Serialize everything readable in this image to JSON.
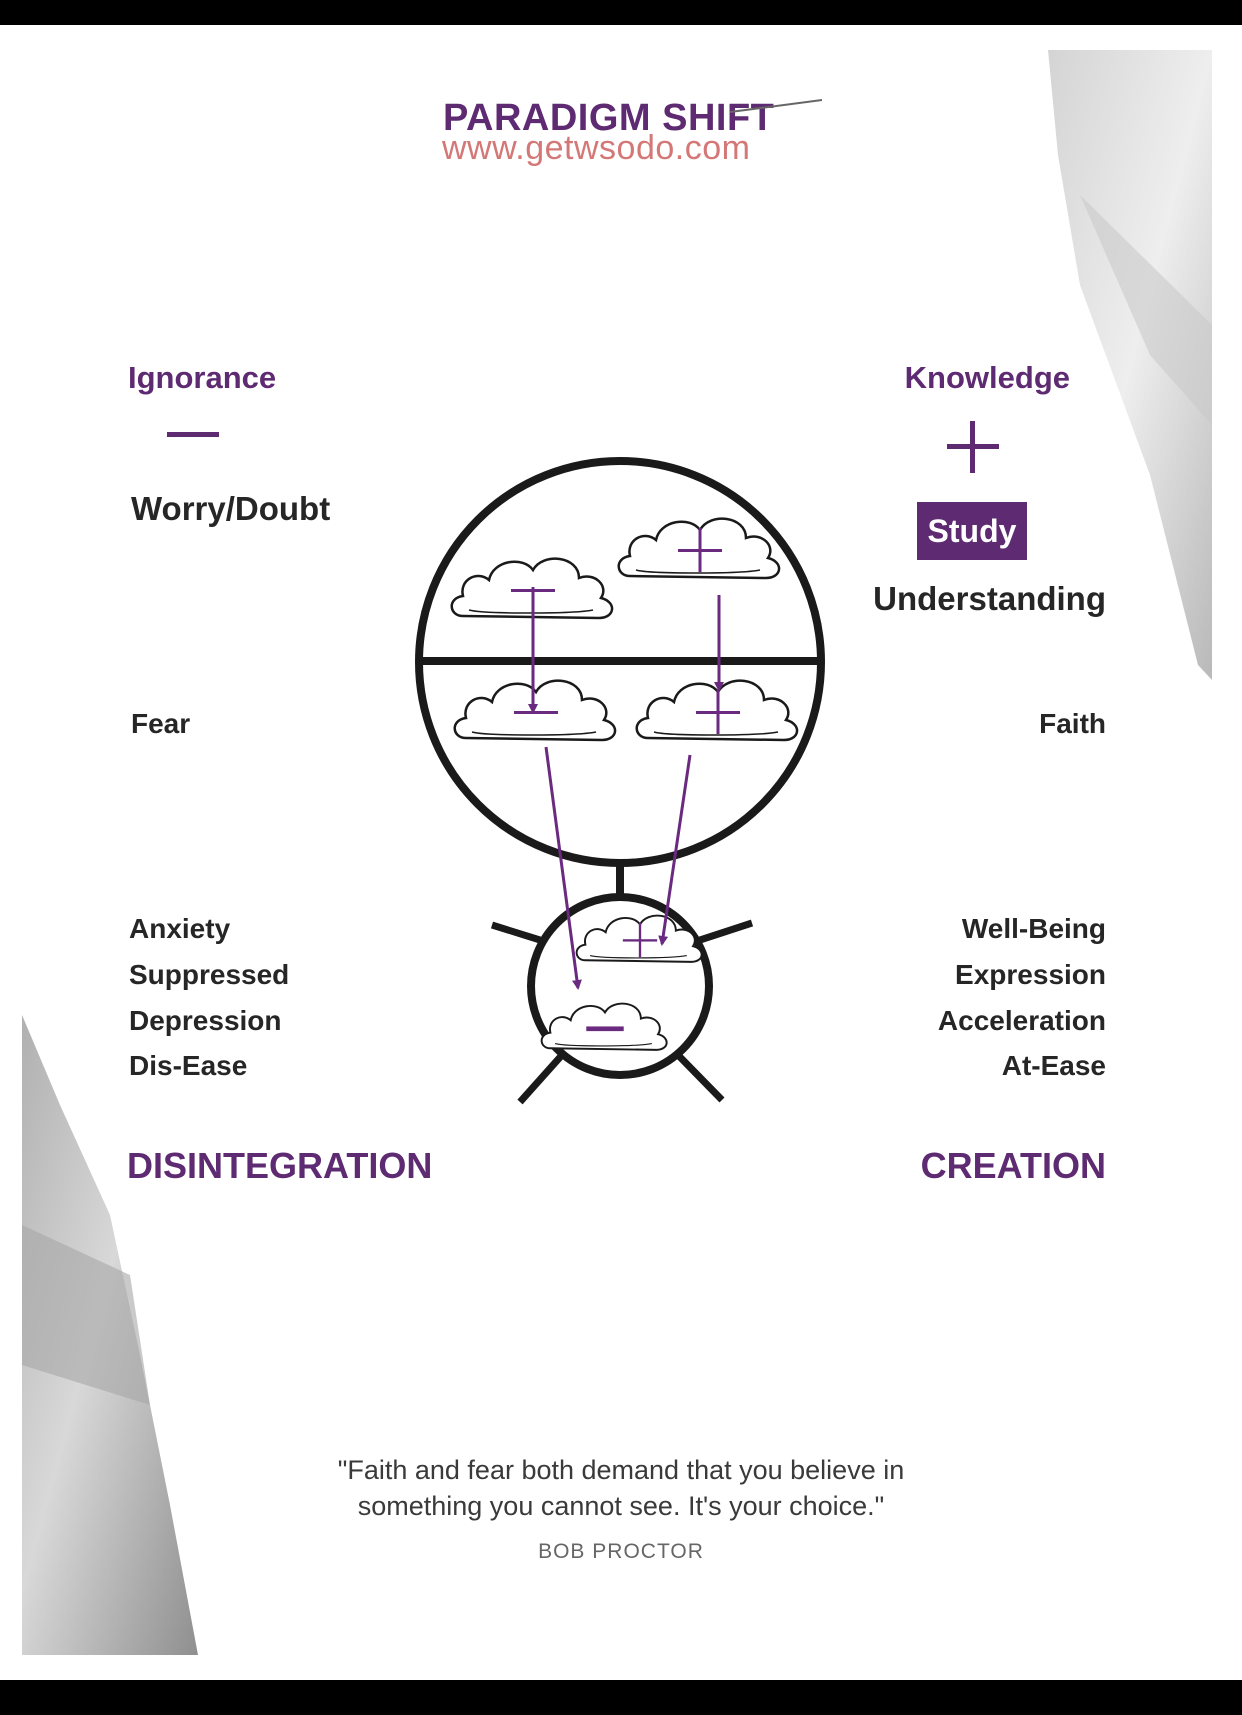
{
  "title": "PARADIGM SHIFT",
  "watermark": "www.getwsodo.com",
  "colors": {
    "accent": "#5e2a72",
    "ink": "#1a1a1a"
  },
  "left_column": {
    "header": "Ignorance",
    "sign_icon": "minus-icon",
    "conscious": "Worry/Doubt",
    "subconscious": "Fear",
    "body_effects": [
      "Anxiety",
      "Suppressed",
      "Depression",
      "Dis-Ease"
    ],
    "result": "DISINTEGRATION"
  },
  "right_column": {
    "header": "Knowledge",
    "sign_icon": "plus-icon",
    "badge": "Study",
    "conscious": "Understanding",
    "subconscious": "Faith",
    "body_effects": [
      "Well-Being",
      "Expression",
      "Acceleration",
      "At-Ease"
    ],
    "result": "CREATION"
  },
  "quote": {
    "text_line1": "\"Faith and fear both demand that you believe in",
    "text_line2": "something you cannot see.  It's your choice.\"",
    "author": "BOB PROCTOR"
  }
}
